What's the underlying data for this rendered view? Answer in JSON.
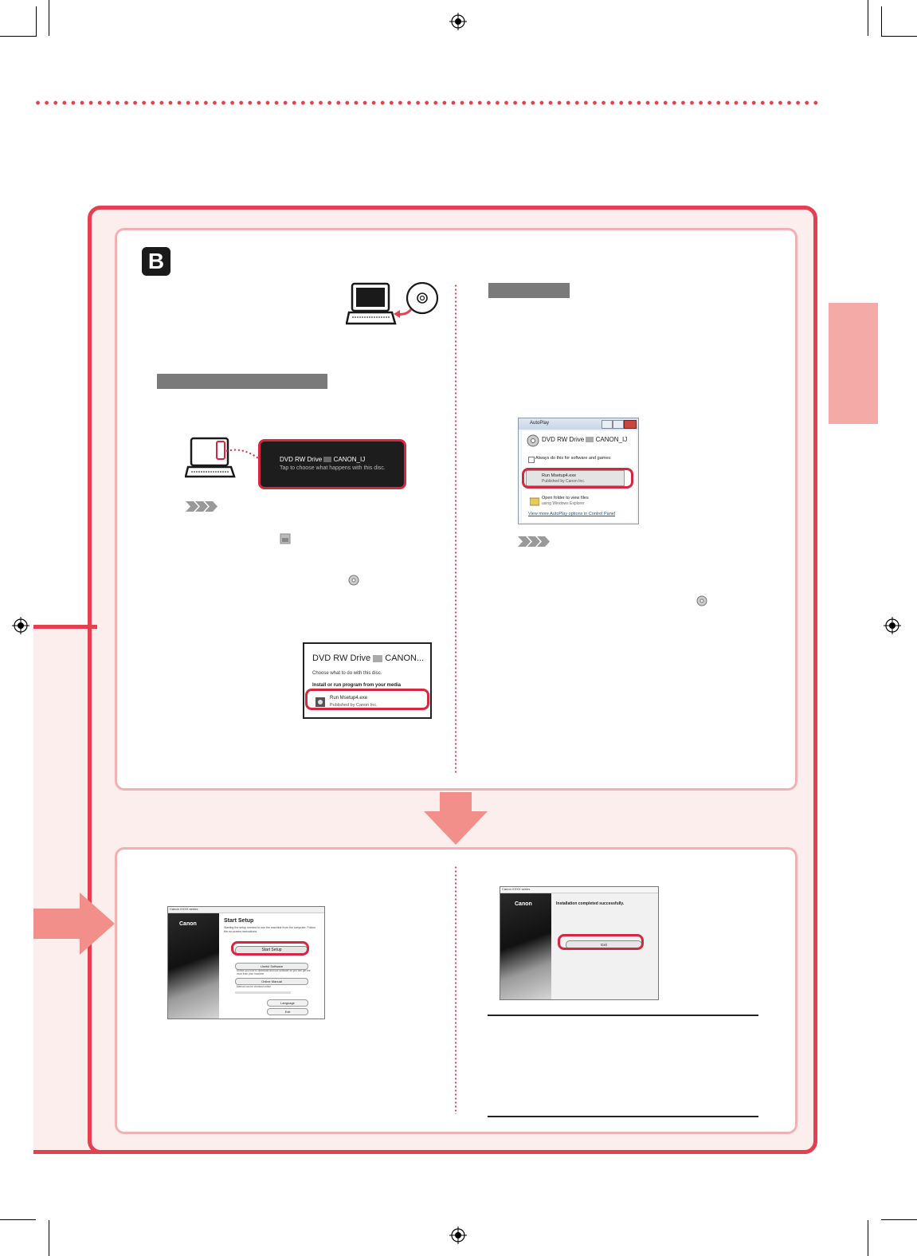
{
  "tap_dialog": {
    "title": "DVD RW Drive",
    "volume": "CANON_IJ",
    "subtitle": "Tap to choose what happens with this disc."
  },
  "choose_dialog": {
    "title": "DVD RW Drive",
    "volume": "CANON...",
    "subtitle": "Choose what to do with this disc.",
    "heading": "Install or run program from your media",
    "item_name": "Run Msetup4.exe",
    "item_publisher": "Published by Canon Inc."
  },
  "autoplay_dialog": {
    "window_title": "AutoPlay",
    "drive_title": "DVD RW Drive",
    "volume": "CANON_IJ",
    "checkbox_label": "Always do this for software and games:",
    "item_name": "Run Msetup4.exe",
    "item_publisher": "Published by Canon Inc.",
    "folder_label": "Open folder to view files",
    "folder_sub": "using Windows Explorer",
    "link": "View more AutoPlay options in Control Panel"
  },
  "setup_screen": {
    "window_title": "Canon XXXX series",
    "brand": "Canon",
    "title": "Start Setup",
    "description": "Starting the setup needed to use the machine from the computer. Follow the on-screen instructions.",
    "start_button": "Start Setup",
    "useful_software_button": "Useful Software",
    "useful_software_desc": "Shows you how to download and use software so you can get the most from your machine.",
    "online_manual_button": "Online Manual",
    "online_manual_desc": "Manual can be checked online.",
    "language_button": "Language",
    "exit_button": "Exit"
  },
  "complete_screen": {
    "window_title": "Canon XXXX series",
    "brand": "Canon",
    "message": "Installation completed successfully.",
    "exit_button": "Exit"
  },
  "badge": "B",
  "colors": {
    "accent": "#e4404f",
    "panel_border": "#f3b0b2",
    "background": "#fdeeee",
    "side_tab": "#f4aaa6"
  }
}
